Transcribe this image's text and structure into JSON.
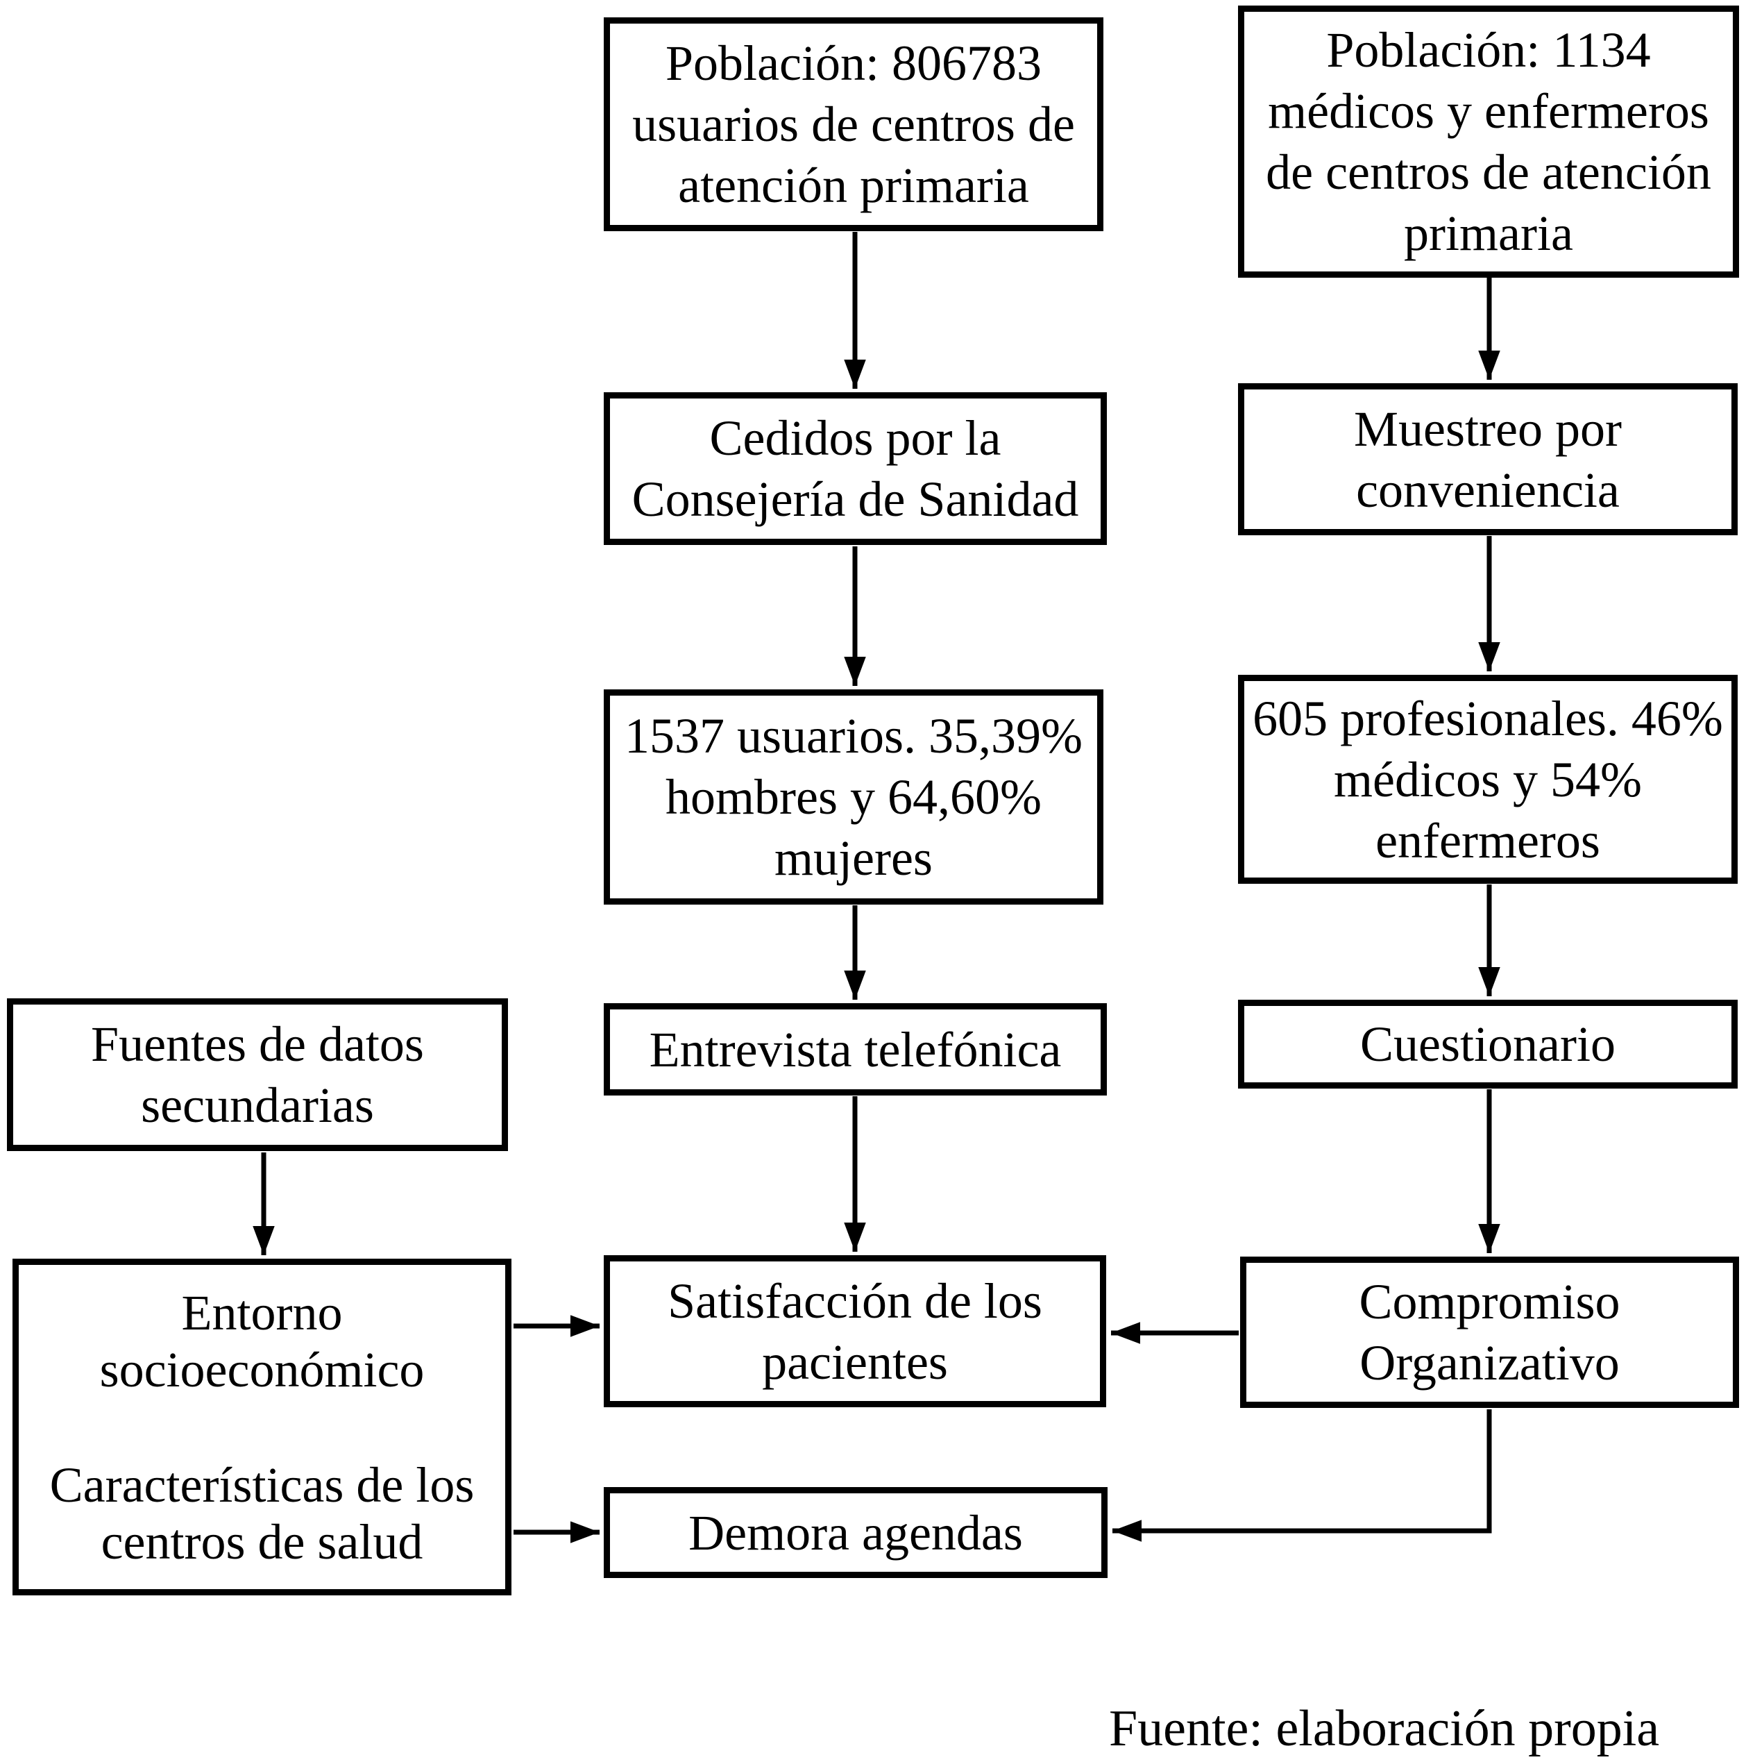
{
  "diagram": {
    "patients_column": {
      "population_box": {
        "lines": [
          "Población: 806783",
          "usuarios de centros de",
          "atención primaria"
        ]
      },
      "source_box": {
        "lines": [
          "Cedidos por la",
          "Consejería de Sanidad"
        ]
      },
      "sample_box": {
        "lines": [
          "1537 usuarios. 35,39%",
          "hombres y 64,60%",
          "mujeres"
        ]
      },
      "instrument_box": {
        "lines": [
          "Entrevista telefónica"
        ]
      },
      "outcome_box": {
        "lines": [
          "Satisfacción de los",
          "pacientes"
        ]
      }
    },
    "professionals_column": {
      "population_box": {
        "lines": [
          "Población: 1134",
          "médicos y enfermeros",
          "de centros de atención",
          "primaria"
        ]
      },
      "sampling_box": {
        "lines": [
          "Muestreo por",
          "conveniencia"
        ]
      },
      "sample_box": {
        "lines": [
          "605 profesionales. 46%",
          "médicos y 54%",
          "enfermeros"
        ]
      },
      "instrument_box": {
        "lines": [
          "Cuestionario"
        ]
      },
      "outcome_box": {
        "lines": [
          "Compromiso",
          "Organizativo"
        ]
      }
    },
    "secondary_column": {
      "sources_box": {
        "lines": [
          "Fuentes de datos",
          "secundarias"
        ]
      },
      "context_box": {
        "block1": {
          "lines": [
            "Entorno",
            "socioeconómico"
          ]
        },
        "block2": {
          "lines": [
            "Características de los",
            "centros de salud"
          ]
        }
      }
    },
    "delay_box": {
      "lines": [
        "Demora agendas"
      ]
    },
    "caption": "Fuente: elaboración propia",
    "colors": {
      "line": "#000000",
      "background": "#ffffff"
    }
  }
}
